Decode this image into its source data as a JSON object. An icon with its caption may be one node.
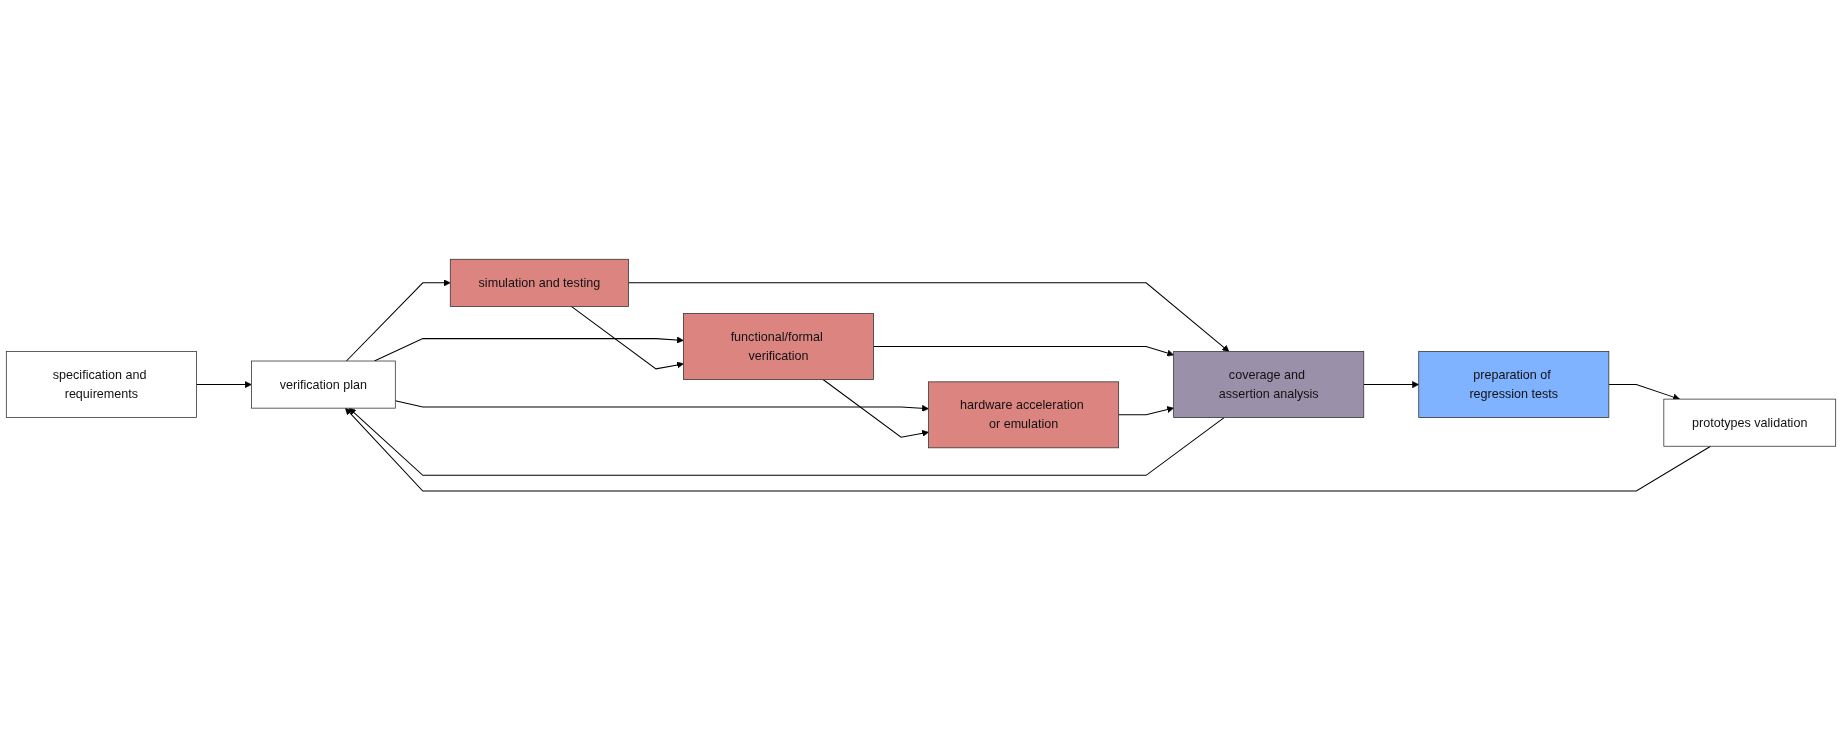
{
  "diagram": {
    "nodes": [
      {
        "text": [
          "specification and requirements"
        ]
      },
      {
        "text": [
          "verification plan"
        ]
      },
      {
        "text": [
          "simulation and testing"
        ]
      },
      {
        "text": [
          "functional/formal verification"
        ]
      },
      {
        "text": [
          "hardware acceleration or emulation"
        ]
      },
      {
        "text": [
          "coverage and assertion analysis"
        ]
      },
      {
        "text": [
          "preparation of regression tests"
        ]
      },
      {
        "text": [
          "prototypes validation"
        ]
      }
    ],
    "edges": [
      {
        "from": 0,
        "to": 1,
        "arrow": "to"
      },
      {
        "from": 1,
        "to": 2,
        "arrow": "to"
      },
      {
        "from": 1,
        "to": 3,
        "arrow": "to"
      },
      {
        "from": 1,
        "to": 4,
        "arrow": "to"
      },
      {
        "from": 2,
        "to": 3,
        "arrow": "to"
      },
      {
        "from": 3,
        "to": 4,
        "arrow": "to"
      },
      {
        "from": 2,
        "to": 5,
        "arrow": "to"
      },
      {
        "from": 3,
        "to": 5,
        "arrow": "to"
      },
      {
        "from": 4,
        "to": 5,
        "arrow": "to"
      },
      {
        "from": 5,
        "to": 6,
        "arrow": "to"
      },
      {
        "from": 6,
        "to": 7,
        "arrow": "to"
      },
      {
        "from": 5,
        "to": 1,
        "arrow": "to"
      },
      {
        "from": 7,
        "to": 1,
        "arrow": "to"
      }
    ]
  }
}
